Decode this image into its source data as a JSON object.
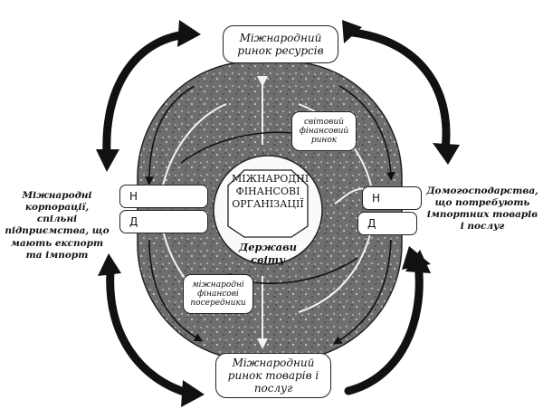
{
  "diagram": {
    "top_box": "Міжнародний ринок ресурсів",
    "bottom_box": "Міжнародний ринок товарів і послуг",
    "center_title": "МІЖНАРОДНІ ФІНАНСОВІ ОРГАНІЗАЦІЇ",
    "center_subtitle": "Держави світу",
    "financial_market": "світовий фінансовий ринок",
    "financial_intermediaries": "міжнародні фінансові посередники",
    "left_actor": "Міжнародні корпорації, спільні підприємства, що мають експорт та імпорт",
    "right_actor": "Домогосподарства, що потребують імпортних товарів і послуг",
    "tab_n": "Н",
    "tab_d": "Д"
  },
  "colors": {
    "ring": "#6e6e6e",
    "ink": "#111111"
  }
}
